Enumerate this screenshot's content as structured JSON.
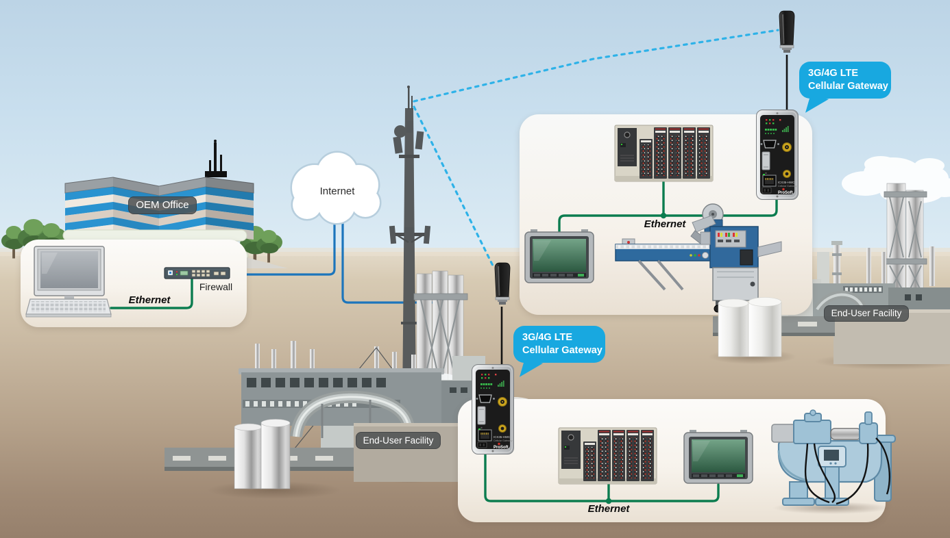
{
  "diagram": {
    "oem_office": {
      "badge": "OEM Office",
      "ethernet_label": "Ethernet",
      "firewall_label": "Firewall"
    },
    "internet_cloud": {
      "label": "Internet"
    },
    "facility_top": {
      "badge": "End-User Facility",
      "ethernet_label": "Ethernet",
      "callout": {
        "line1": "3G/4G LTE",
        "line2": "Cellular Gateway"
      },
      "gateway": {
        "model": "ICX35-HWC",
        "model_type": "Cellular Gateway",
        "brand": "ProSoft"
      }
    },
    "facility_bottom": {
      "badge": "End-User Facility",
      "ethernet_label": "Ethernet",
      "callout": {
        "line1": "3G/4G LTE",
        "line2": "Cellular Gateway"
      },
      "gateway": {
        "model": "ICX35-HWC",
        "model_type": "Cellular Gateway",
        "brand": "ProSoft"
      }
    },
    "colors": {
      "callout_blue": "#18a8e0",
      "wireless_link_dashed": "#2eb2e8",
      "internet_link_blue": "#1c75bc",
      "ethernet_green": "#0b7c4f",
      "sky_top": "#bcd4e6",
      "ground_brown": "#a08a75",
      "panel_cream": "#f6f1ea"
    }
  }
}
